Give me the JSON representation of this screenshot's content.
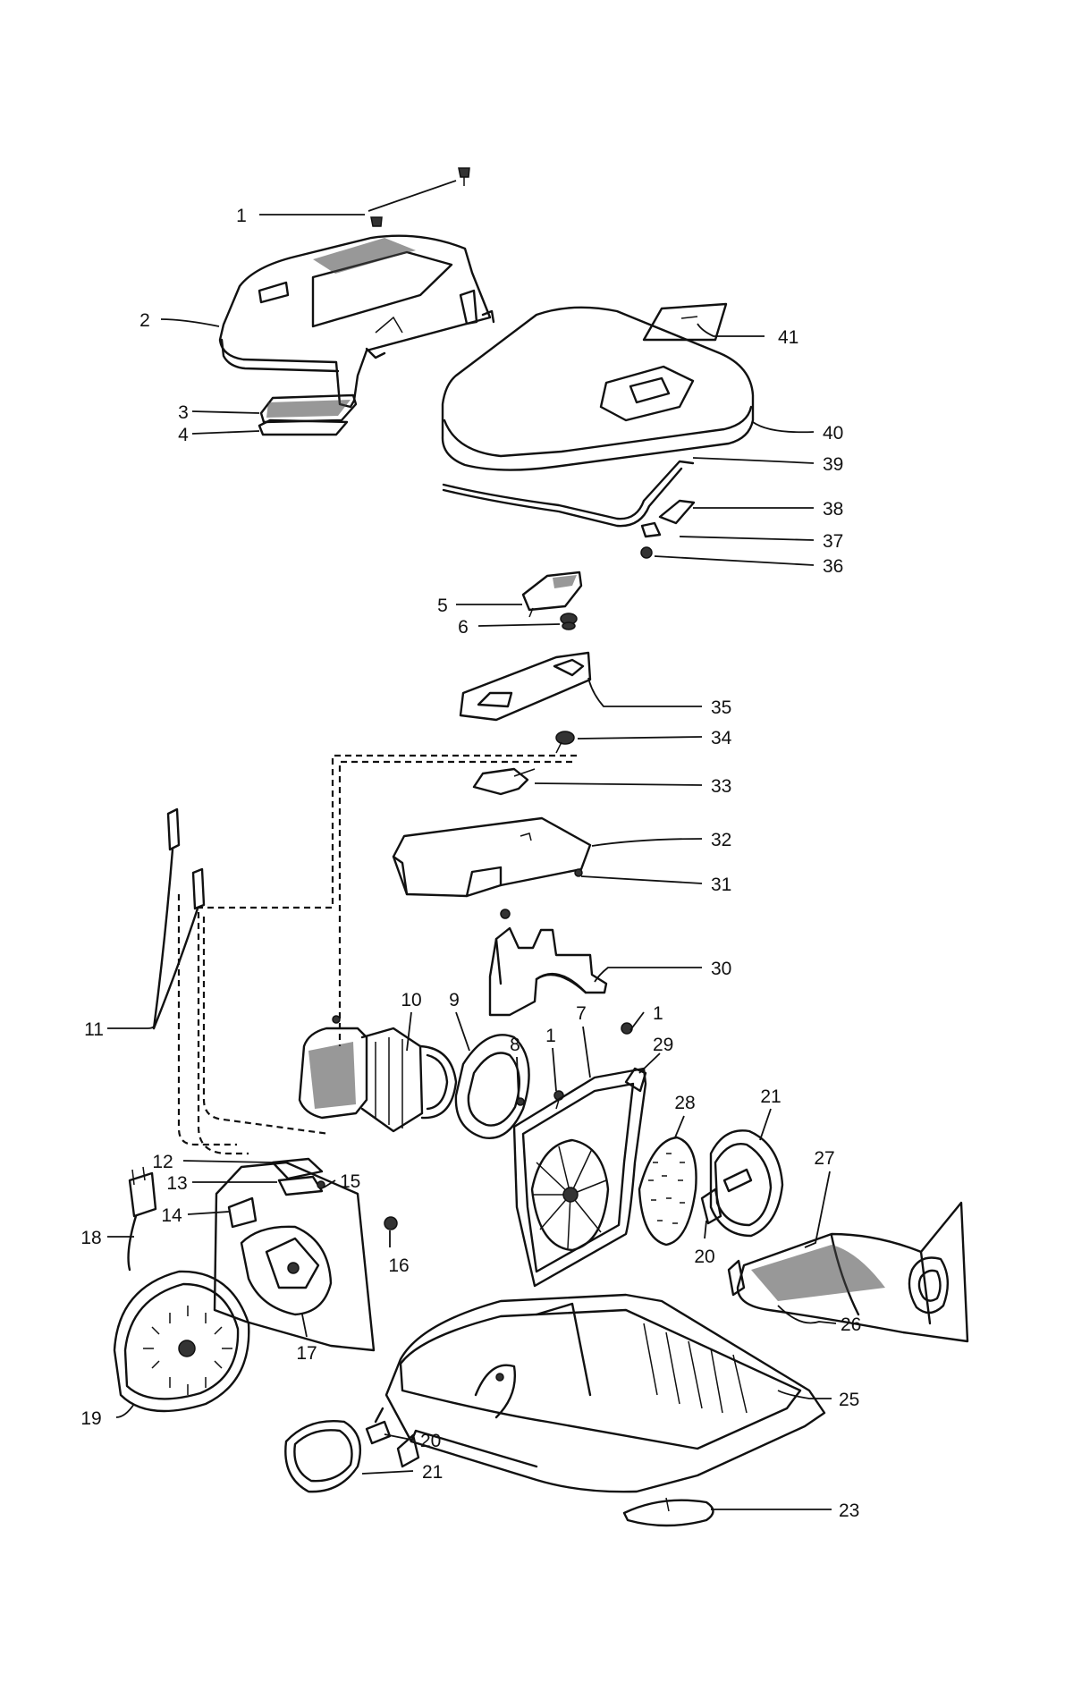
{
  "callouts": [
    {
      "id": "c1a",
      "text": "1"
    },
    {
      "id": "c2",
      "text": "2"
    },
    {
      "id": "c3",
      "text": "3"
    },
    {
      "id": "c4",
      "text": "4"
    },
    {
      "id": "c41",
      "text": "41"
    },
    {
      "id": "c40",
      "text": "40"
    },
    {
      "id": "c39",
      "text": "39"
    },
    {
      "id": "c38",
      "text": "38"
    },
    {
      "id": "c37",
      "text": "37"
    },
    {
      "id": "c36",
      "text": "36"
    },
    {
      "id": "c5",
      "text": "5"
    },
    {
      "id": "c6",
      "text": "6"
    },
    {
      "id": "c35",
      "text": "35"
    },
    {
      "id": "c34",
      "text": "34"
    },
    {
      "id": "c33",
      "text": "33"
    },
    {
      "id": "c32",
      "text": "32"
    },
    {
      "id": "c31",
      "text": "31"
    },
    {
      "id": "c30",
      "text": "30"
    },
    {
      "id": "c11",
      "text": "11"
    },
    {
      "id": "c10",
      "text": "10"
    },
    {
      "id": "c9",
      "text": "9"
    },
    {
      "id": "c8",
      "text": "8"
    },
    {
      "id": "c1b",
      "text": "1"
    },
    {
      "id": "c7",
      "text": "7"
    },
    {
      "id": "c1c",
      "text": "1"
    },
    {
      "id": "c29",
      "text": "29"
    },
    {
      "id": "c28",
      "text": "28"
    },
    {
      "id": "c21a",
      "text": "21"
    },
    {
      "id": "c27",
      "text": "27"
    },
    {
      "id": "c12",
      "text": "12"
    },
    {
      "id": "c13",
      "text": "13"
    },
    {
      "id": "c15",
      "text": "15"
    },
    {
      "id": "c14",
      "text": "14"
    },
    {
      "id": "c18",
      "text": "18"
    },
    {
      "id": "c16",
      "text": "16"
    },
    {
      "id": "c20a",
      "text": "20"
    },
    {
      "id": "c26",
      "text": "26"
    },
    {
      "id": "c17",
      "text": "17"
    },
    {
      "id": "c25",
      "text": "25"
    },
    {
      "id": "c19",
      "text": "19"
    },
    {
      "id": "c20b",
      "text": "20"
    },
    {
      "id": "c21b",
      "text": "21"
    },
    {
      "id": "c23",
      "text": "23"
    }
  ]
}
